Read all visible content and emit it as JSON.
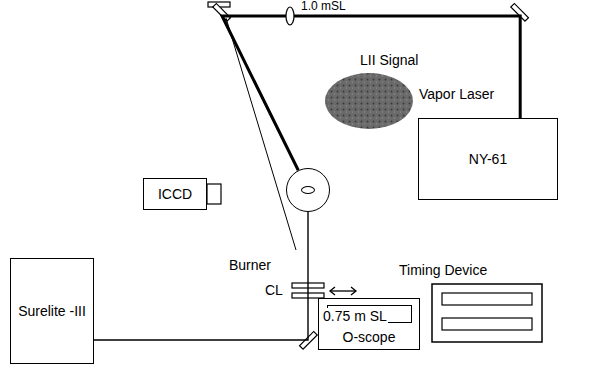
{
  "diagram": {
    "nodes": [
      {
        "text": [
          "LII Signal"
        ]
      },
      {
        "text": [
          "NY-61"
        ]
      },
      {
        "text": [
          "ICCD"
        ]
      },
      {
        "text": [
          "Burner"
        ]
      },
      {
        "text": [
          "O-scope"
        ]
      },
      {
        "text": [
          "Surelite -III"
        ]
      }
    ],
    "edges": [
      {
        "from": 1,
        "to": 3,
        "arrow": "none"
      },
      {
        "from": 5,
        "to": 3,
        "arrow": "none"
      }
    ],
    "labels": [
      "1.0 mSL",
      "Vapor Laser",
      "CL",
      "0.75 m SL",
      "Timing Device"
    ]
  }
}
